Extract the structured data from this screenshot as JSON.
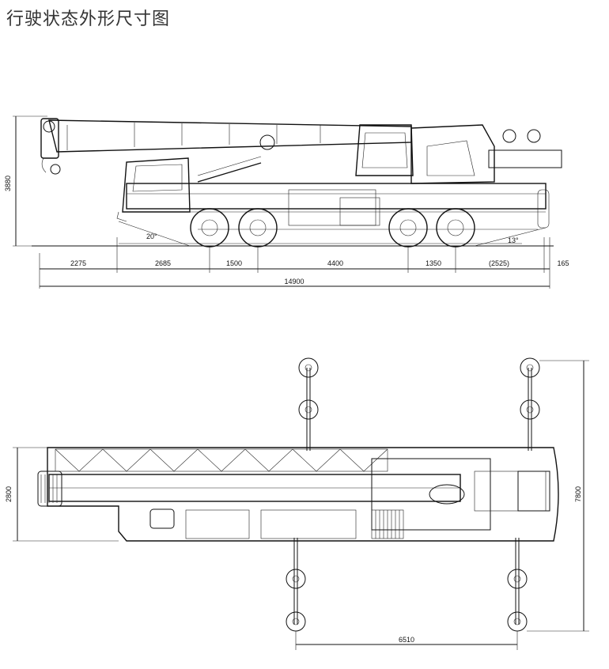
{
  "title": "行驶状态外形尺寸图",
  "side_view": {
    "height": "3880",
    "segments": [
      "2275",
      "2685",
      "1500",
      "4400",
      "1350",
      "(2525)",
      "165"
    ],
    "total_length": "14900",
    "approach_angle": "20°",
    "departure_angle": "13°"
  },
  "top_view": {
    "width": "2800",
    "outrigger_span_width": "7800",
    "outrigger_span_length": "6510"
  }
}
